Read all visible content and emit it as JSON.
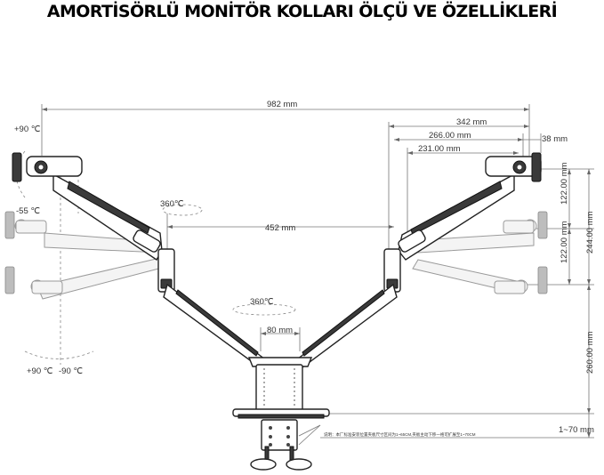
{
  "title": "AMORTİSÖRLÜ MONİTÖR KOLLARI ÖLÇÜ VE ÖZELLİKLERİ",
  "dimensions": {
    "total_width": "982 mm",
    "arm_span": "342 mm",
    "extension_1": "266.00 mm",
    "extension_2": "231.00 mm",
    "plate_offset": "38 mm",
    "center_span": "452 mm",
    "pole_width": "80 mm",
    "height_up": "122.00 mm",
    "height_down": "122.00 mm",
    "height_total": "244.00 mm",
    "pole_height": "260.00 mm",
    "clamp_range": "1~70 mm"
  },
  "rotations": {
    "tilt_up": "+90 ℃",
    "tilt_down": "-55 ℃",
    "arm_rotation": "360℃",
    "base_rotation": "360℃",
    "swivel_left": "+90 ℃",
    "swivel_right": "-90 ℃"
  },
  "note": "说明：本厂标准安装位置夹板尺寸区间为1~65CM,夹板主动下移一格可扩展至1~70CM"
}
